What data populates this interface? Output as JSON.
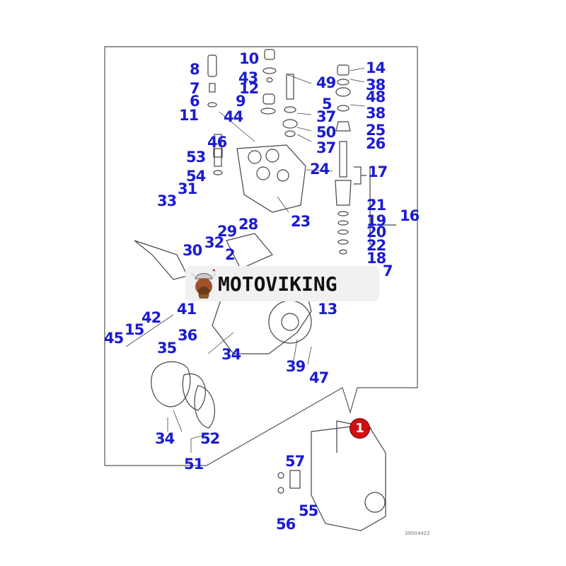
{
  "logo": {
    "text": "MOTOVIKING"
  },
  "assembly_badge": "1",
  "drawing_code": "39004422",
  "part_labels": [
    "8",
    "10",
    "14",
    "43",
    "49",
    "38",
    "7",
    "12",
    "48",
    "6",
    "9",
    "5",
    "38",
    "11",
    "44",
    "37",
    "25",
    "50",
    "26",
    "46",
    "37",
    "53",
    "24",
    "17",
    "54",
    "31",
    "21",
    "33",
    "16",
    "19",
    "23",
    "28",
    "29",
    "20",
    "32",
    "22",
    "30",
    "2",
    "18",
    "7",
    "41",
    "13",
    "42",
    "15",
    "45",
    "36",
    "35",
    "34",
    "39",
    "47",
    "34",
    "52",
    "51",
    "57",
    "55",
    "56"
  ],
  "colors": {
    "label": "#1b1bd0",
    "badge": "#d01010",
    "line": "#444444"
  }
}
